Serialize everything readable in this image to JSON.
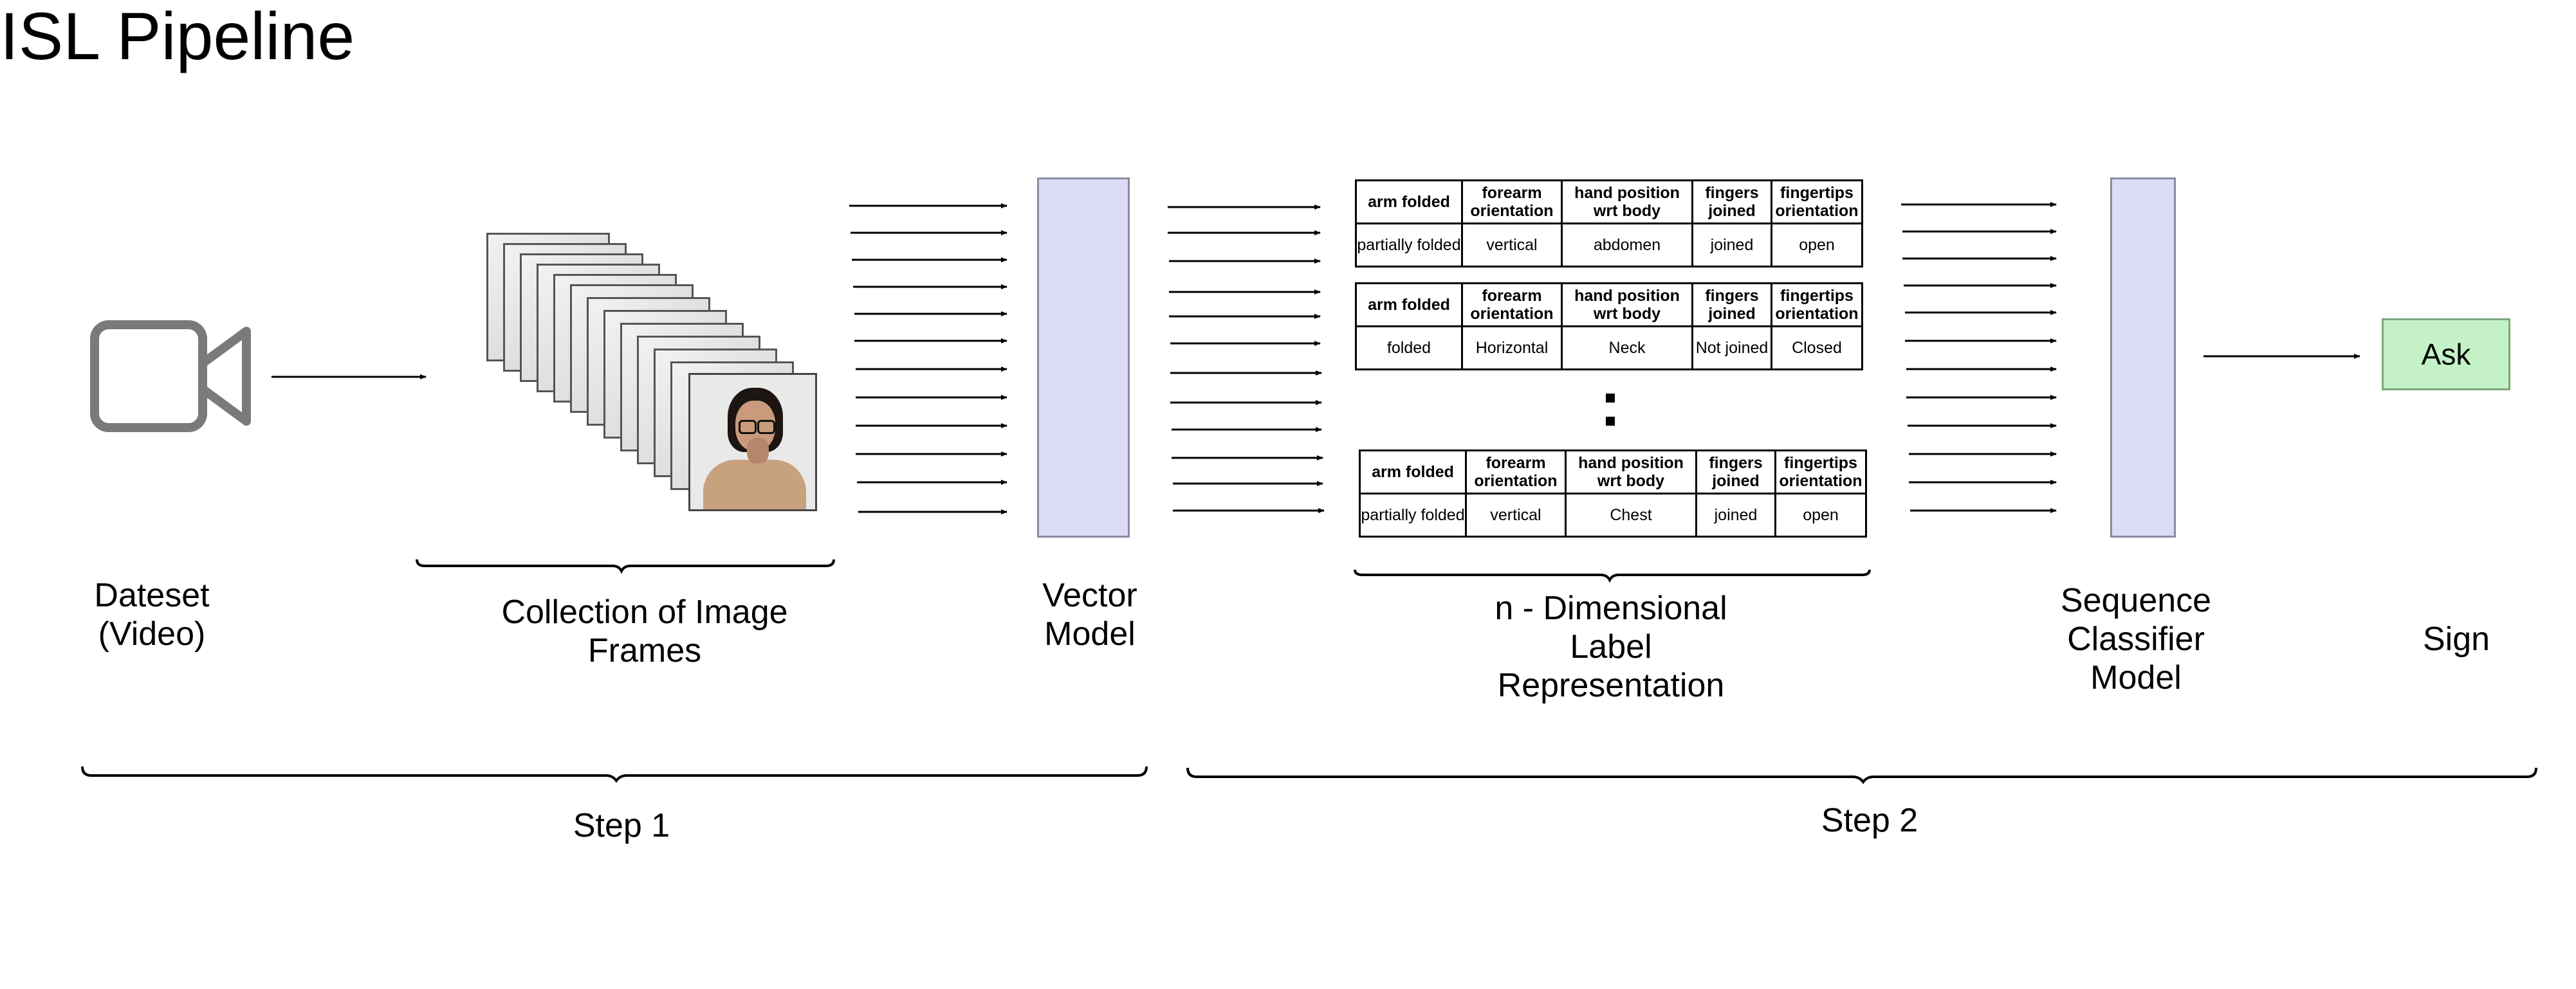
{
  "title": "ISL Pipeline",
  "captions": {
    "dataset": "Dateset\n(Video)",
    "frames": "Collection of Image\nFrames",
    "vector_model": "Vector\nModel",
    "label_repr": "n - Dimensional\nLabel\nRepresentation",
    "sequence_model": "Sequence\nClassifier\nModel",
    "sign": "Sign"
  },
  "steps": {
    "step1": "Step 1",
    "step2": "Step 2"
  },
  "output_sign": "Ask",
  "table_headers": [
    "arm folded",
    "forearm orientation",
    "hand position wrt body",
    "fingers joined",
    "fingertips orientation"
  ],
  "tables": [
    {
      "values": [
        "partially folded",
        "vertical",
        "abdomen",
        "joined",
        "open"
      ]
    },
    {
      "values": [
        "folded",
        "Horizontal",
        "Neck",
        "Not joined",
        "Closed"
      ]
    },
    {
      "values": [
        "partially folded",
        "vertical",
        "Chest",
        "joined",
        "open"
      ]
    }
  ],
  "colors": {
    "model_block": "#dcdcf9",
    "sign_box": "#c4f2c6",
    "camera_icon": "#7a7a7a"
  },
  "icons": {
    "dataset": "video-camera-icon",
    "frames": "image-frames-stack-icon"
  }
}
